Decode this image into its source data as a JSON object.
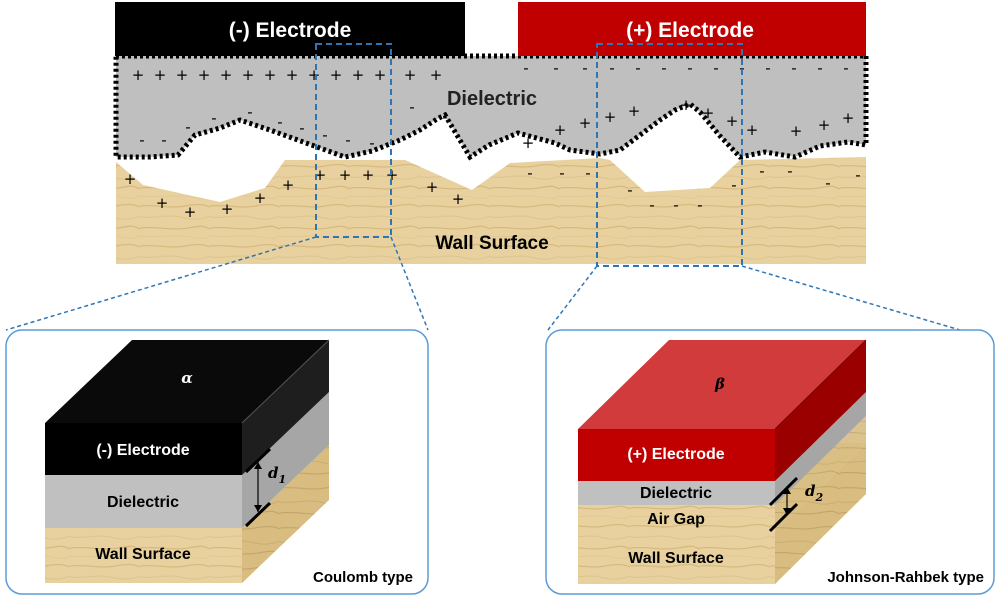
{
  "top": {
    "neg_electrode": "(-) Electrode",
    "pos_electrode": "(+) Electrode",
    "dielectric": "Dielectric",
    "wall_surface": "Wall Surface"
  },
  "left_panel": {
    "symbol": "α",
    "electrode": "(-) Electrode",
    "dielectric": "Dielectric",
    "wall_surface": "Wall Surface",
    "gap_label_base": "d",
    "gap_label_sub": "1",
    "type_label": "Coulomb type"
  },
  "right_panel": {
    "symbol": "β",
    "electrode": "(+) Electrode",
    "dielectric": "Dielectric",
    "air_gap": "Air Gap",
    "wall_surface": "Wall Surface",
    "gap_label_base": "d",
    "gap_label_sub": "2",
    "type_label": "Johnson-Rahbek type"
  },
  "colors": {
    "neg_electrode": "#000000",
    "pos_electrode": "#c00000",
    "dielectric": "#bfbfbf",
    "wall": "#e6cf9a",
    "zoom_box": "#2e75b6",
    "panel_border": "#5b9bd5"
  },
  "charges": {
    "positive": "+",
    "negative": "-"
  }
}
